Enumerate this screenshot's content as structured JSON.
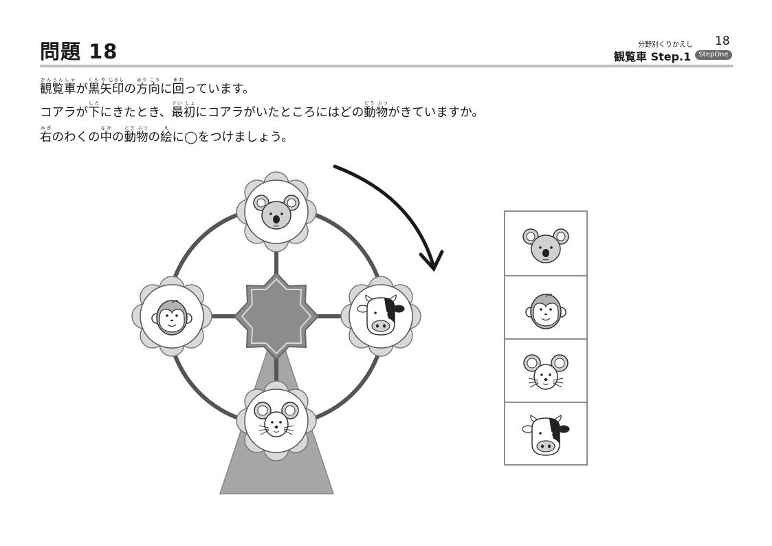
{
  "header": {
    "title": "問題 18",
    "category": "分野別くりかえし",
    "page_number": "18",
    "subtitle": "観覧車 Step.1",
    "badge": "StepOne"
  },
  "instructions": {
    "line1": {
      "w1": "観覧車",
      "r1": "かんらんしゃ",
      "t1": "が",
      "w2": "黒矢印",
      "r2": "くろ や じるし",
      "t2": "の",
      "w3": "方向",
      "r3": "ほう こう",
      "t3": "に",
      "w4": "回",
      "r4": "まわ",
      "t4": "っています。"
    },
    "line2": {
      "t0": "コアラが",
      "w1": "下",
      "r1": "した",
      "t1": "にきたとき、",
      "w2": "最初",
      "r2": "さい しょ",
      "t2": "にコアラがいたところにはどの",
      "w3": "動物",
      "r3": "どう ぶつ",
      "t3": "がきていますか。"
    },
    "line3": {
      "w1": "右",
      "r1": "みぎ",
      "t1": "のわくの",
      "w2": "中",
      "r2": "なか",
      "t2": "の",
      "w3": "動物",
      "r3": "どう ぶつ",
      "t3": "の",
      "w4": "絵",
      "r4": "え",
      "t4": "に◯をつけましょう。"
    }
  },
  "ferris_wheel": {
    "gondolas": [
      {
        "position": "top",
        "animal": "koala-icon"
      },
      {
        "position": "right",
        "animal": "cow-icon"
      },
      {
        "position": "bottom",
        "animal": "mouse-icon"
      },
      {
        "position": "left",
        "animal": "monkey-icon"
      }
    ],
    "rotation": "clockwise"
  },
  "answer_choices": [
    {
      "animal": "koala-icon"
    },
    {
      "animal": "monkey-icon"
    },
    {
      "animal": "mouse-icon"
    },
    {
      "animal": "cow-icon"
    }
  ],
  "colors": {
    "rim": "#555555",
    "hub": "#8c8c8c",
    "stand": "#a6a6a6",
    "petal": "#d9d9d9",
    "face": "#d0d0d0",
    "rule": "#bfbfbf"
  }
}
